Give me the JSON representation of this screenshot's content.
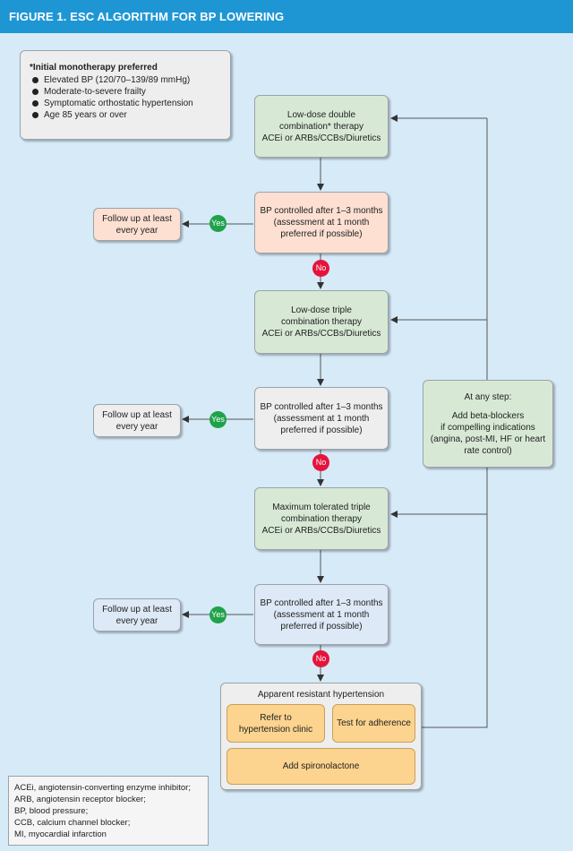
{
  "figure_title": "FIGURE 1. ESC ALGORITHM FOR BP LOWERING",
  "note": {
    "heading": "*Initial monotherapy preferred",
    "items": [
      "Elevated BP (120/70–139/89 mmHg)",
      "Moderate-to-severe frailty",
      "Symptomatic orthostatic hypertension",
      "Age 85 years or over"
    ]
  },
  "step1": {
    "lines": [
      "Low-dose double",
      "combination* therapy",
      "ACEi or ARBs/CCBs/Diuretics"
    ]
  },
  "check1": {
    "lines": [
      "BP controlled after 1–3 months",
      "(assessment at 1 month",
      "preferred if possible)"
    ]
  },
  "follow1": {
    "lines": [
      "Follow up at least",
      "every year"
    ]
  },
  "step2": {
    "lines": [
      "Low-dose triple",
      "combination therapy",
      "ACEi or ARBs/CCBs/Diuretics"
    ]
  },
  "check2": {
    "lines": [
      "BP controlled after 1–3 months",
      "(assessment at 1 month",
      "preferred if possible)"
    ]
  },
  "follow2": {
    "lines": [
      "Follow up at least",
      "every year"
    ]
  },
  "step3": {
    "lines": [
      "Maximum tolerated  triple",
      "combination therapy",
      "ACEi or ARBs/CCBs/Diuretics"
    ]
  },
  "check3": {
    "lines": [
      "BP controlled after 1–3 months",
      "(assessment at 1 month",
      "preferred if possible)"
    ]
  },
  "follow3": {
    "lines": [
      "Follow up at least",
      "every year"
    ]
  },
  "side": {
    "lines": [
      "At any step:",
      "",
      "Add beta-blockers",
      "if compelling indications",
      "(angina, post-MI, HF or heart",
      "rate control)"
    ]
  },
  "resistant": {
    "title": "Apparent resistant hypertension",
    "refer": [
      "Refer to",
      "hypertension clinic"
    ],
    "adherence": "Test for adherence",
    "spiro": "Add spironolactone"
  },
  "labels": {
    "yes": "Yes",
    "no": "No"
  },
  "legend": [
    "ACEi, angiotensin-converting enzyme inhibitor;",
    "ARB, angiotensin receptor blocker;",
    "BP, blood pressure;",
    "CCB, calcium channel blocker;",
    "MI, myocardial infarction"
  ],
  "colors": {
    "banner": "#1f96d4",
    "background": "#d6eaf8",
    "therapy_box": "#d7e9d5",
    "first_check_box": "#fde0d2",
    "second_check_box": "#eeeeee",
    "third_check_box": "#dde9f6",
    "action_box": "#fcd48f",
    "yes_badge": "#1fa24a",
    "no_badge": "#e5143b"
  }
}
